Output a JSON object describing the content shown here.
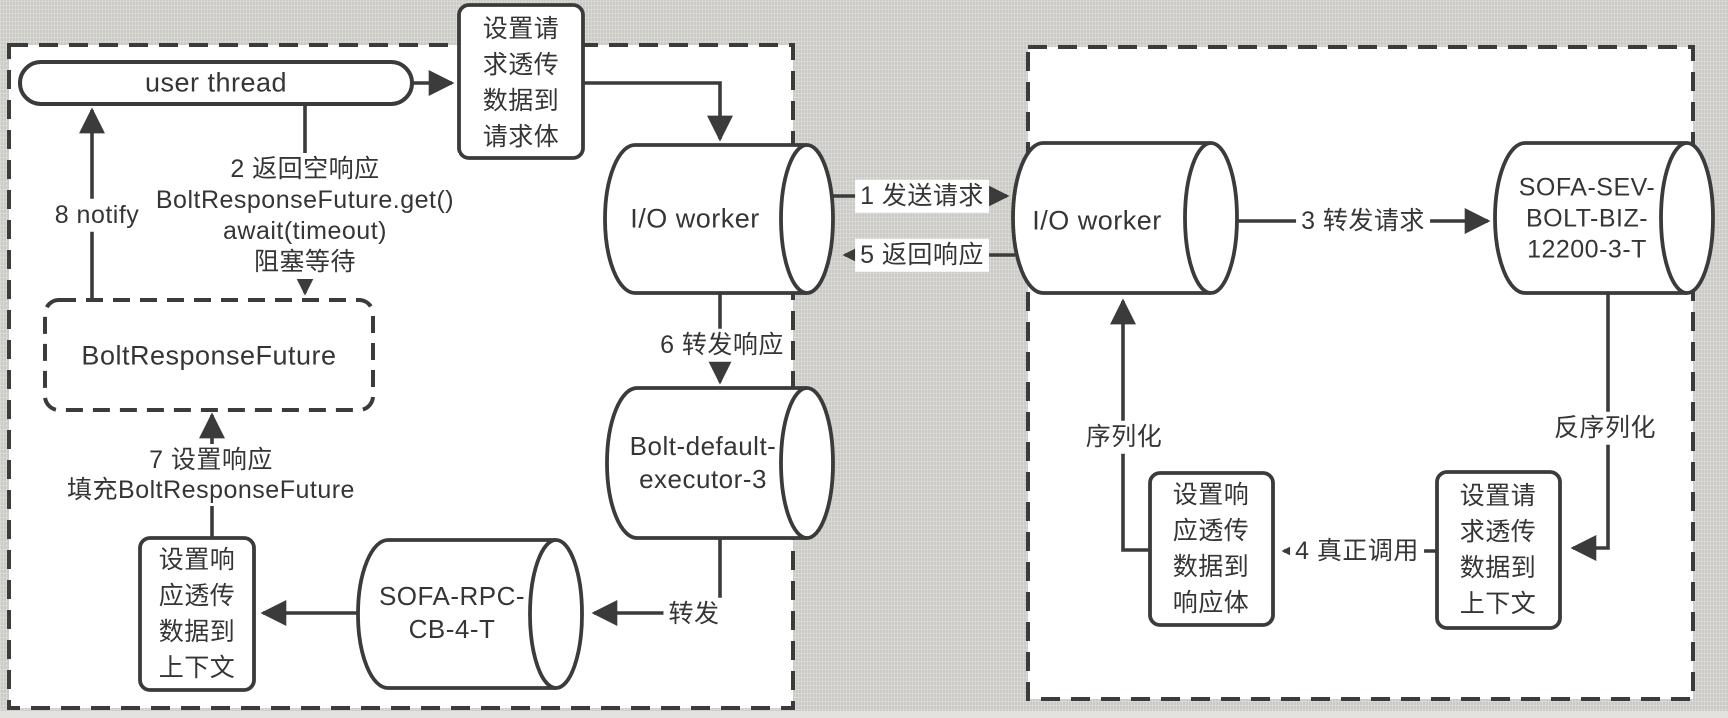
{
  "colors": {
    "canvas_bg": "#cfcecb",
    "panel_bg": "#ffffff",
    "line": "#3b3b3b",
    "text": "#353535"
  },
  "diagram": {
    "client_panel": {
      "user_thread": "user thread",
      "set_request_passthrough_box": "设置请求透传数据到请求体",
      "io_worker": "I/O worker",
      "step2_note": "2 返回空响应\nBoltResponseFuture.get()\nawait(timeout)\n阻塞等待",
      "step8_note": "8 notify",
      "bolt_response_future": "BoltResponseFuture",
      "step7_note": "7 设置响应\n填充BoltResponseFuture",
      "set_response_passthrough_box": "设置响应透传数据到上下文",
      "sofa_rpc_cb_thread": "SOFA-RPC-\nCB-4-T",
      "bolt_executor_thread": "Bolt-default-\nexecutor-3",
      "step6_label": "6 转发响应",
      "forward_label": "转发"
    },
    "network_links": {
      "step1_label": "1 发送请求",
      "step5_label": "5 返回响应"
    },
    "server_panel": {
      "io_worker": "I/O worker",
      "sofa_sev_thread": "SOFA-SEV-\nBOLT-BIZ-\n12200-3-T",
      "step3_label": "3 转发请求",
      "serialize_label": "序列化",
      "deserialize_label": "反序列化",
      "set_response_passthrough_box": "设置响应透传数据到响应体",
      "set_request_passthrough_box": "设置请求透传数据到上下文",
      "step4_label": "4 真正调用"
    }
  }
}
